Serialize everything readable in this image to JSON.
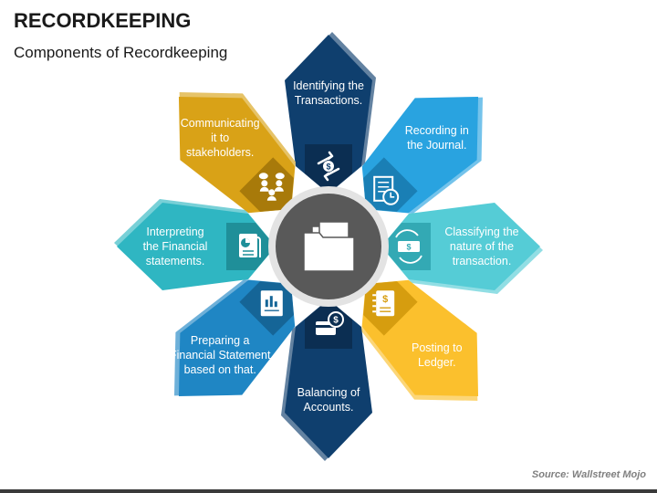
{
  "header": {
    "title": "RECORDKEEPING",
    "subtitle": "Components of Recordkeeping"
  },
  "source": "Source: Wallstreet Mojo",
  "colors": {
    "center": "#595959",
    "accent_gray": "#e0e0e0"
  },
  "components": [
    {
      "lines": [
        "Identifying the",
        "Transactions."
      ],
      "icon": "exchange-dollar-icon",
      "color": "#0f3f6e",
      "tab": "#0b2e52"
    },
    {
      "lines": [
        "Recording in",
        "the Journal."
      ],
      "icon": "journal-clock-icon",
      "color": "#29a3e0",
      "tab": "#1a7fb5"
    },
    {
      "lines": [
        "Classifying the",
        "nature of the",
        "transaction."
      ],
      "icon": "cash-cycle-icon",
      "color": "#55ccd6",
      "tab": "#33a9b4"
    },
    {
      "lines": [
        "Posting to",
        "Ledger."
      ],
      "icon": "ledger-dollar-icon",
      "color": "#fbc02d",
      "tab": "#d69d0f"
    },
    {
      "lines": [
        "Balancing of",
        "Accounts."
      ],
      "icon": "card-coin-icon",
      "color": "#0f3f6e",
      "tab": "#0b2e52"
    },
    {
      "lines": [
        "Preparing a",
        "Financial Statement",
        "based on that."
      ],
      "icon": "report-chart-icon",
      "color": "#1f86c4",
      "tab": "#156597"
    },
    {
      "lines": [
        "Interpreting",
        "the Financial",
        "statements."
      ],
      "icon": "statement-scroll-icon",
      "color": "#2fb6c2",
      "tab": "#1f8f99"
    },
    {
      "lines": [
        "Communicating",
        "it to",
        "stakeholders."
      ],
      "icon": "stakeholders-chat-icon",
      "color": "#d9a217",
      "tab": "#a87a0a"
    }
  ],
  "center_icon": "folder-documents-icon"
}
